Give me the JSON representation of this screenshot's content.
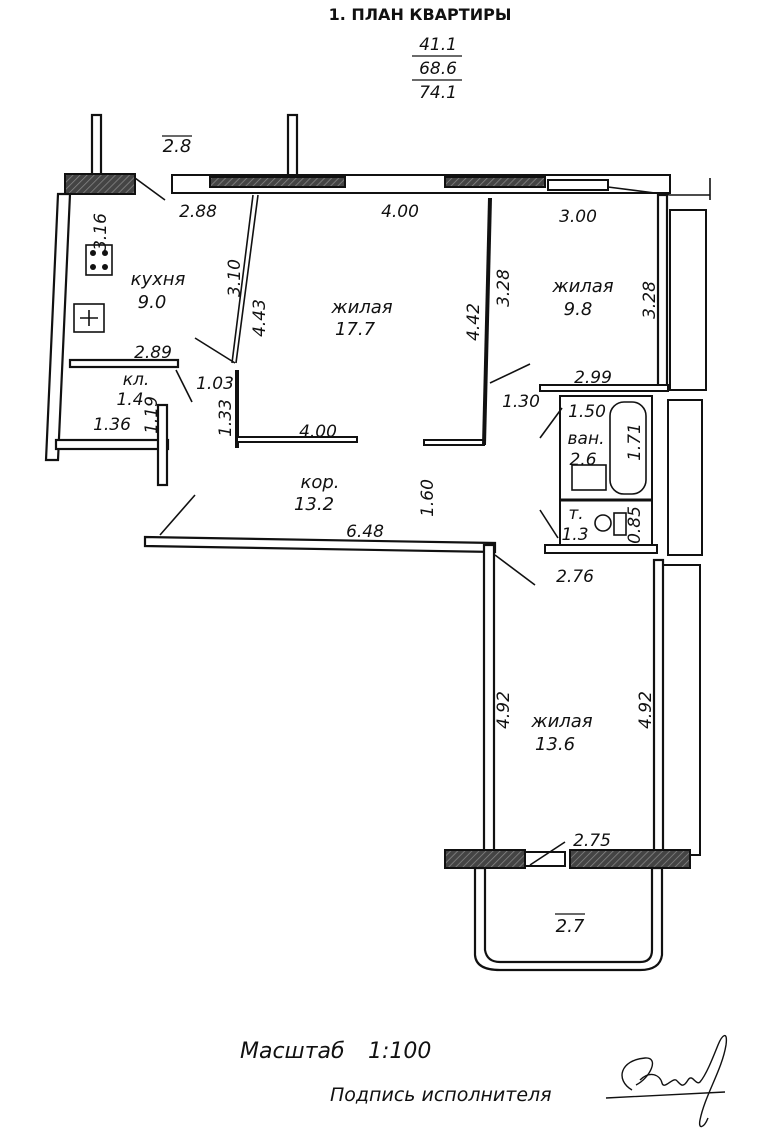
{
  "title": "1. ПЛАН КВАРТИРЫ",
  "area_fraction": {
    "numerator": "41.1",
    "middle": "68.6",
    "denominator": "74.1"
  },
  "rooms": {
    "kitchen": {
      "name": "кухня",
      "area": "9.0"
    },
    "living1": {
      "name": "жилая",
      "area": "17.7"
    },
    "living2": {
      "name": "жилая",
      "area": "9.8"
    },
    "living3": {
      "name": "жилая",
      "area": "13.6"
    },
    "corridor": {
      "name": "кор.",
      "area": "13.2"
    },
    "pantry": {
      "name": "кл.",
      "area": "1.4"
    },
    "bath": {
      "name": "ван.",
      "area": "2.6"
    },
    "toilet": {
      "name": "т.",
      "area": "1.3"
    },
    "balcony_top": {
      "area": "2.8"
    },
    "balcony_bottom": {
      "area": "2.7"
    }
  },
  "dims": {
    "d_288": "2.88",
    "d_400_top": "4.00",
    "d_300": "3.00",
    "d_316": "3.16",
    "d_310": "3.10",
    "d_443": "4.43",
    "d_442": "4.42",
    "d_328a": "3.28",
    "d_328b": "3.28",
    "d_289": "2.89",
    "d_103": "1.03",
    "d_119": "1.19",
    "d_136": "1.36",
    "d_133": "1.33",
    "d_400_mid": "4.00",
    "d_130": "1.30",
    "d_299": "2.99",
    "d_150": "1.50",
    "d_171": "1.71",
    "d_085": "0.85",
    "d_160": "1.60",
    "d_648": "6.48",
    "d_276": "2.76",
    "d_492a": "4.92",
    "d_492b": "4.92",
    "d_275": "2.75"
  },
  "footer": {
    "scale_label": "Масштаб",
    "scale_value": "1:100",
    "signature_label": "Подпись исполнителя"
  }
}
